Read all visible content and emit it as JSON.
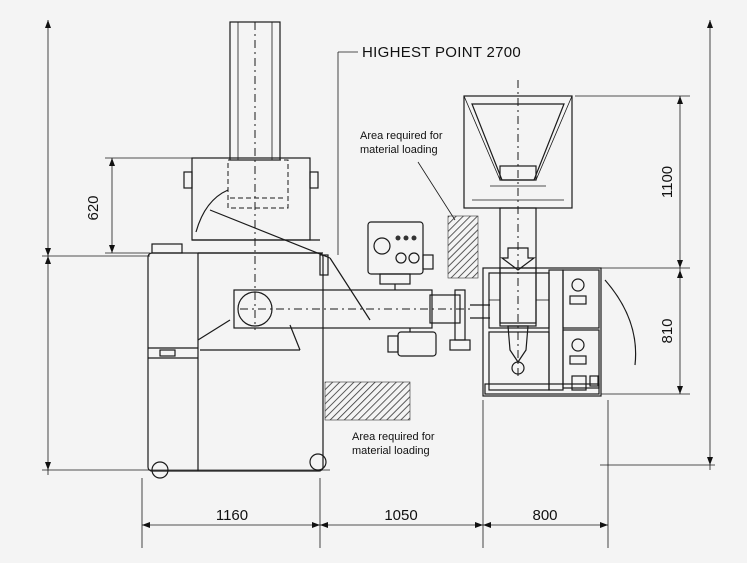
{
  "labels": {
    "highest_point": "HIGHEST POINT 2700",
    "area_top_line1": "Area required for",
    "area_top_line2": "material loading",
    "area_bottom_line1": "Area required for",
    "area_bottom_line2": "material loading"
  },
  "dimensions": {
    "dim_620": "620",
    "dim_1100": "1100",
    "dim_810": "810",
    "dim_1160": "1160",
    "dim_1050": "1050",
    "dim_800": "800"
  }
}
